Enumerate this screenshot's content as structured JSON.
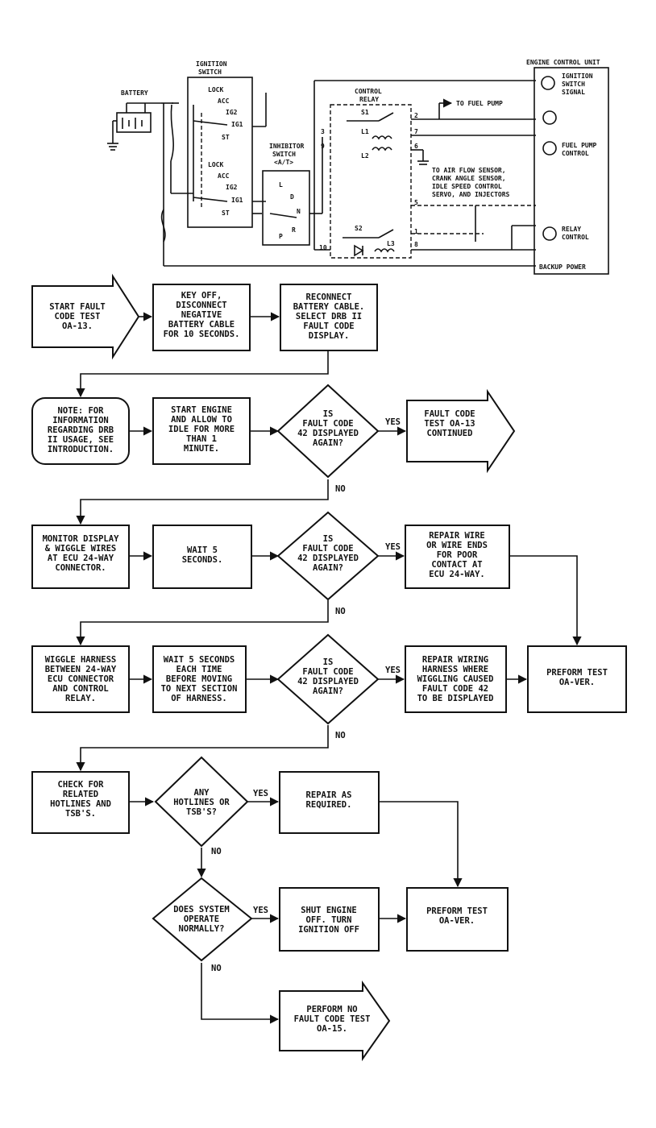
{
  "schematic": {
    "battery": "BATTERY",
    "ignition_switch": [
      "IGNITION",
      "SWITCH"
    ],
    "ign_top": [
      "LOCK",
      "ACC",
      "IG2",
      "IG1",
      "ST"
    ],
    "ign_bottom": [
      "LOCK",
      "ACC",
      "IG2",
      "IG1",
      "ST"
    ],
    "inhibitor_switch": [
      "INHIBITOR",
      "SWITCH",
      "<A/T>"
    ],
    "inhibitor_positions": [
      "L",
      "D",
      "N",
      "P",
      "R"
    ],
    "control_relay": [
      "CONTROL",
      "RELAY"
    ],
    "relay_parts": [
      "S1",
      "L1",
      "L2",
      "S2",
      "L3"
    ],
    "relay_pins": [
      "2",
      "7",
      "6",
      "5",
      "1",
      "8",
      "3",
      "9",
      "10"
    ],
    "to_fuel_pump": "TO FUEL PUMP",
    "to_sensors": [
      "TO AIR FLOW SENSOR,",
      "CRANK ANGLE SENSOR,",
      "IDLE SPEED CONTROL",
      "SERVO, AND INJECTORS"
    ],
    "ecu": "ENGINE CONTROL UNIT",
    "ecu_inputs": [
      [
        "IGNITION",
        "SWITCH",
        "SIGNAL"
      ],
      [
        "FUEL PUMP",
        "CONTROL"
      ],
      [
        "RELAY",
        "CONTROL"
      ]
    ],
    "backup_power": "BACKUP POWER"
  },
  "flow": {
    "start": [
      "START FAULT",
      "CODE TEST",
      "OA-13."
    ],
    "key_off": [
      "KEY OFF,",
      "DISCONNECT",
      "NEGATIVE",
      "BATTERY CABLE",
      "FOR 10 SECONDS."
    ],
    "reconnect": [
      "RECONNECT",
      "BATTERY CABLE.",
      "SELECT DRB II",
      "FAULT CODE",
      "DISPLAY."
    ],
    "note": [
      "NOTE: FOR",
      "INFORMATION",
      "REGARDING DRB",
      "II USAGE, SEE",
      "INTRODUCTION."
    ],
    "start_engine": [
      "START ENGINE",
      "AND ALLOW TO",
      "IDLE FOR MORE",
      "THAN 1",
      "MINUTE."
    ],
    "decision_42": [
      "IS",
      "FAULT CODE",
      "42 DISPLAYED",
      "AGAIN?"
    ],
    "continued": [
      "FAULT CODE",
      "TEST OA-13",
      "CONTINUED"
    ],
    "monitor": [
      "MONITOR DISPLAY",
      "& WIGGLE WIRES",
      "AT ECU 24-WAY",
      "CONNECTOR."
    ],
    "wait5": [
      "WAIT 5",
      "SECONDS."
    ],
    "repair_wire": [
      "REPAIR WIRE",
      "OR WIRE ENDS",
      "FOR POOR",
      "CONTACT AT",
      "ECU 24-WAY."
    ],
    "wiggle": [
      "WIGGLE HARNESS",
      "BETWEEN 24-WAY",
      "ECU CONNECTOR",
      "AND CONTROL",
      "RELAY."
    ],
    "wait5_each": [
      "WAIT 5 SECONDS",
      "EACH TIME",
      "BEFORE MOVING",
      "TO NEXT SECTION",
      "OF HARNESS."
    ],
    "repair_harness": [
      "REPAIR WIRING",
      "HARNESS WHERE",
      "WIGGLING CAUSED",
      "FAULT CODE 42",
      "TO BE DISPLAYED"
    ],
    "perform_ver_1": [
      "PREFORM TEST",
      "OA-VER."
    ],
    "check_hotlines": [
      "CHECK FOR",
      "RELATED",
      "HOTLINES AND",
      "TSB'S."
    ],
    "any_hotlines": [
      "ANY",
      "HOTLINES OR",
      "TSB'S?"
    ],
    "repair_as_req": [
      "REPAIR AS",
      "REQUIRED."
    ],
    "does_system": [
      "DOES SYSTEM",
      "OPERATE",
      "NORMALLY?"
    ],
    "shut_engine": [
      "SHUT ENGINE",
      "OFF. TURN",
      "IGNITION OFF"
    ],
    "perform_ver_2": [
      "PREFORM TEST",
      "OA-VER."
    ],
    "no_fault": [
      "PERFORM NO",
      "FAULT CODE TEST",
      "OA-15."
    ],
    "yes": "YES",
    "no": "NO"
  }
}
